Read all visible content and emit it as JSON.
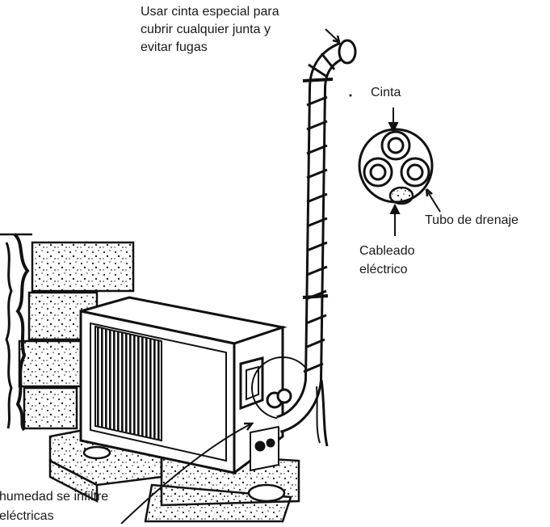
{
  "labels": {
    "top": [
      "Usar cinta especial para",
      "cubrir cualquier junta y",
      "evitar  fugas"
    ],
    "cinta": "Cinta",
    "tubo": "Tubo  de  drenaje",
    "cableado": [
      "Cableado",
      "eléctrico"
    ],
    "bottom": [
      "humedad  se infiltre",
      "eléctricas"
    ]
  }
}
